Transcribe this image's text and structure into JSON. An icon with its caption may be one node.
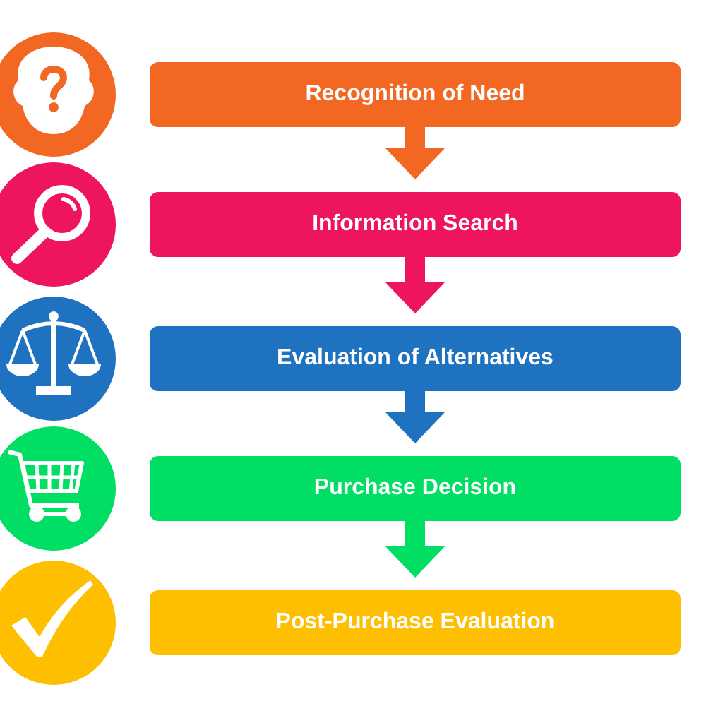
{
  "diagram": {
    "nodes": [
      {
        "text": [
          "Recognition of Need"
        ]
      },
      {
        "text": [
          "Information Search"
        ]
      },
      {
        "text": [
          "Evaluation of Alternatives"
        ]
      },
      {
        "text": [
          "Purchase Decision"
        ]
      },
      {
        "text": [
          "Post-Purchase Evaluation"
        ]
      }
    ],
    "edges": [
      {
        "from": 0,
        "to": 1,
        "arrow": "to",
        "color": "#f26722"
      },
      {
        "from": 1,
        "to": 2,
        "arrow": "to",
        "color": "#ef145f"
      },
      {
        "from": 2,
        "to": 3,
        "arrow": "to",
        "color": "#1f72bf"
      },
      {
        "from": 3,
        "to": 4,
        "arrow": "to",
        "color": "#00de64"
      }
    ]
  }
}
